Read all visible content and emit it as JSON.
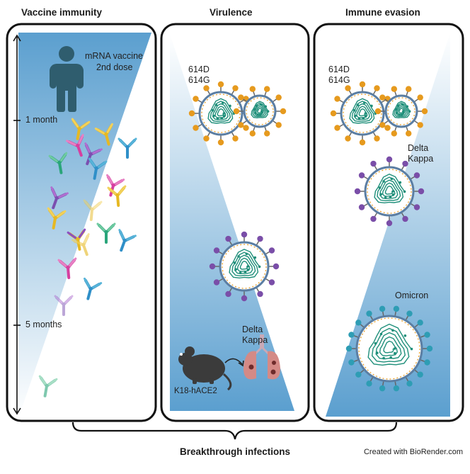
{
  "panels": {
    "vaccine": {
      "title": "Vaccine immunity",
      "vaccine_label_line1": "mRNA vaccine",
      "vaccine_label_line2": "2nd dose",
      "tick_1": "1 month",
      "tick_5": "5 months"
    },
    "virulence": {
      "title": "Virulence",
      "variant_a": "614D",
      "variant_b": "614G",
      "variant_c": "Delta",
      "variant_d": "Kappa",
      "mouse_model": "K18-hACE2"
    },
    "evasion": {
      "title": "Immune evasion",
      "variant_a": "614D",
      "variant_b": "614G",
      "variant_c": "Delta",
      "variant_d": "Kappa",
      "variant_e": "Omicron"
    }
  },
  "footer": {
    "label": "Breakthrough infections",
    "credit": "Created with BioRender.com"
  },
  "colors": {
    "gradient_dark": "#5b9fcf",
    "gradient_light": "#ffffff",
    "person": "#2f5d6e",
    "virus_orange": "#e69a1e",
    "virus_purple": "#7a4ea8",
    "virus_teal": "#2e9db4",
    "rna": "#1f8f7a",
    "lung": "#d48a86",
    "mouse": "#3b3b3b"
  },
  "icons": [
    "person-icon",
    "antibody-icon",
    "virus-icon",
    "mouse-icon",
    "lungs-icon",
    "arrow-icon",
    "brace-icon"
  ]
}
